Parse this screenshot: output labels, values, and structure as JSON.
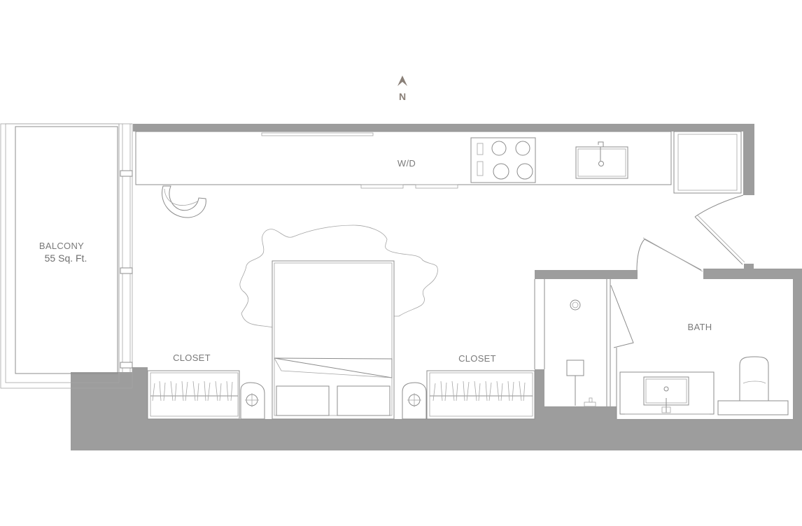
{
  "compass": {
    "letter": "N",
    "icon": "north-arrow-icon"
  },
  "rooms": {
    "balcony": {
      "name": "BALCONY",
      "area": "55 Sq. Ft."
    },
    "kitchen_wd": {
      "name": "W/D"
    },
    "closet_left": {
      "name": "CLOSET"
    },
    "closet_right": {
      "name": "CLOSET"
    },
    "bath": {
      "name": "BATH"
    }
  },
  "colors": {
    "wall": "#9d9d9d",
    "line": "#8c8c8c",
    "label": "#7a7a7a",
    "compass": "#8a8078"
  }
}
